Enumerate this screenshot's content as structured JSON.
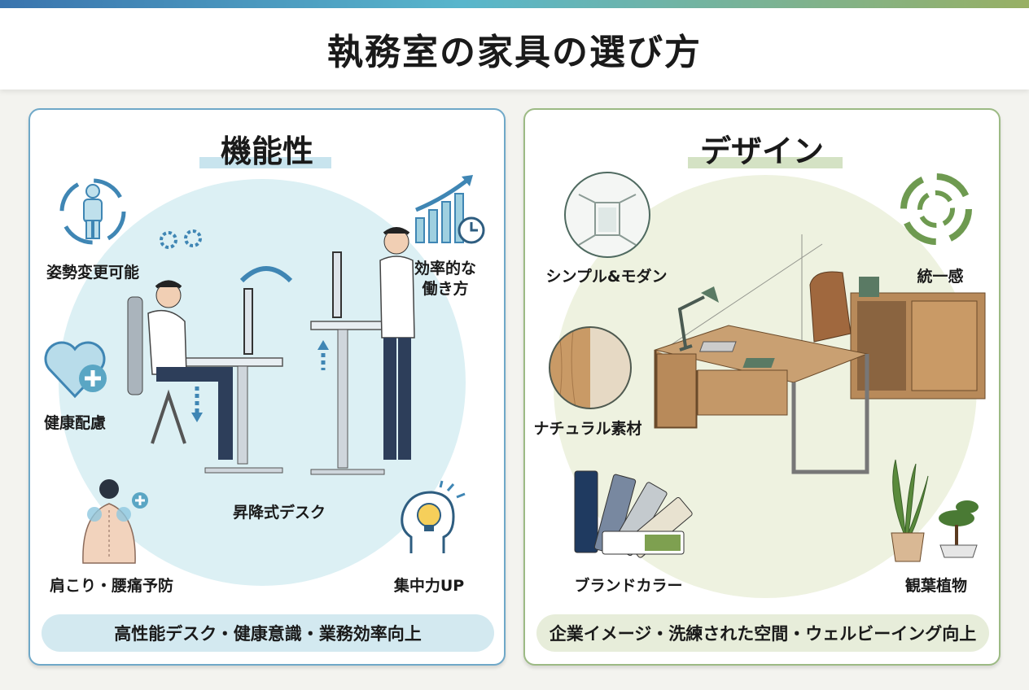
{
  "title": "執務室の家具の選び方",
  "colors": {
    "blue_accent": "#5aa6c4",
    "green_accent": "#7ea060",
    "left_bg": "#dcf0f4",
    "right_bg": "#eef2e0"
  },
  "left_panel": {
    "heading": "機能性",
    "labels": {
      "posture": "姿勢変更可能",
      "health": "健康配慮",
      "pain": "肩こり・腰痛予防",
      "desk": "昇降式デスク",
      "focus": "集中力UP",
      "efficiency_1": "効率的な",
      "efficiency_2": "働き方"
    },
    "summary": "高性能デスク・健康意識・業務効率向上"
  },
  "right_panel": {
    "heading": "デザイン",
    "labels": {
      "simple": "シンプル&モダン",
      "unity": "統一感",
      "natural": "ナチュラル素材",
      "brand": "ブランドカラー",
      "plants": "観葉植物"
    },
    "summary": "企業イメージ・洗練された空間・ウェルビーイング向上"
  }
}
